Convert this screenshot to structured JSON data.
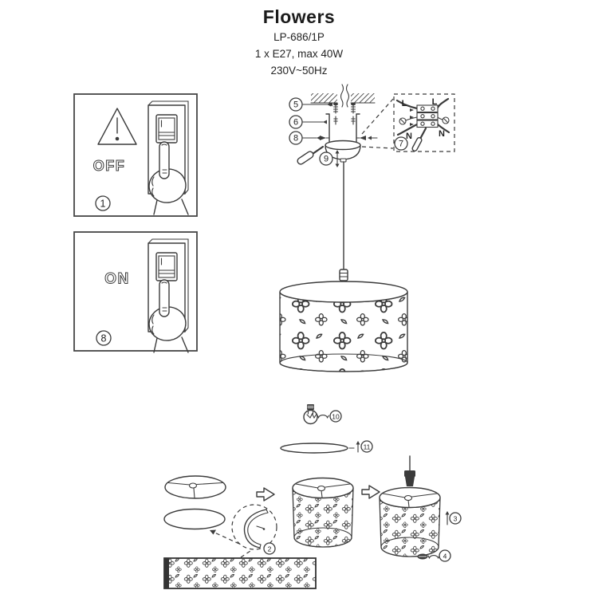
{
  "header": {
    "title": "Flowers",
    "model": "LP-686/1P",
    "lamp_spec": "1 x E27, max 40W",
    "power_spec": "230V~50Hz"
  },
  "panels": {
    "off_label": "OFF",
    "on_label": "ON"
  },
  "wiring": {
    "live_label": "L",
    "neutral_label": "N"
  },
  "steps": {
    "power_off": "1",
    "roll_sheet": "2",
    "lift_shade": "3",
    "fix_ring": "4",
    "ceiling_screws": "5",
    "canopy": "6",
    "connect_wires": "7",
    "side_screws": "8",
    "adjust_height": "9",
    "power_on": "8",
    "install_bulb": "10",
    "install_diffuser": "11"
  },
  "colors": {
    "ink": "#3b3b3b",
    "paper": "#ffffff"
  }
}
